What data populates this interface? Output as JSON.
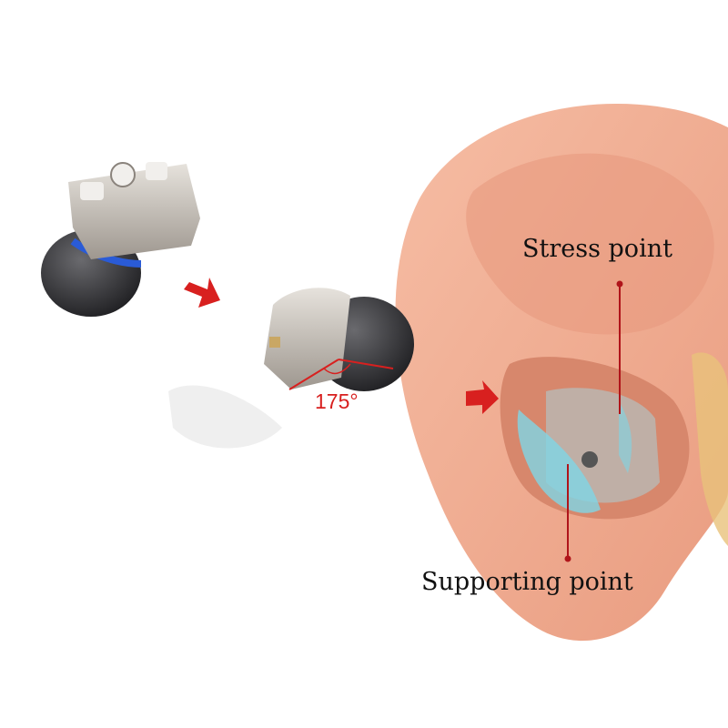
{
  "labels": {
    "stress_point": "Stress point",
    "supporting_point": "Supporting point",
    "angle": "175°"
  },
  "colors": {
    "accent_red": "#d8201f",
    "skin": "#f0a88c",
    "highlight_blue": "#7fd6e6",
    "earbud_silver": "#c9c3bc",
    "eartip_dark": "#3a3a3c"
  }
}
